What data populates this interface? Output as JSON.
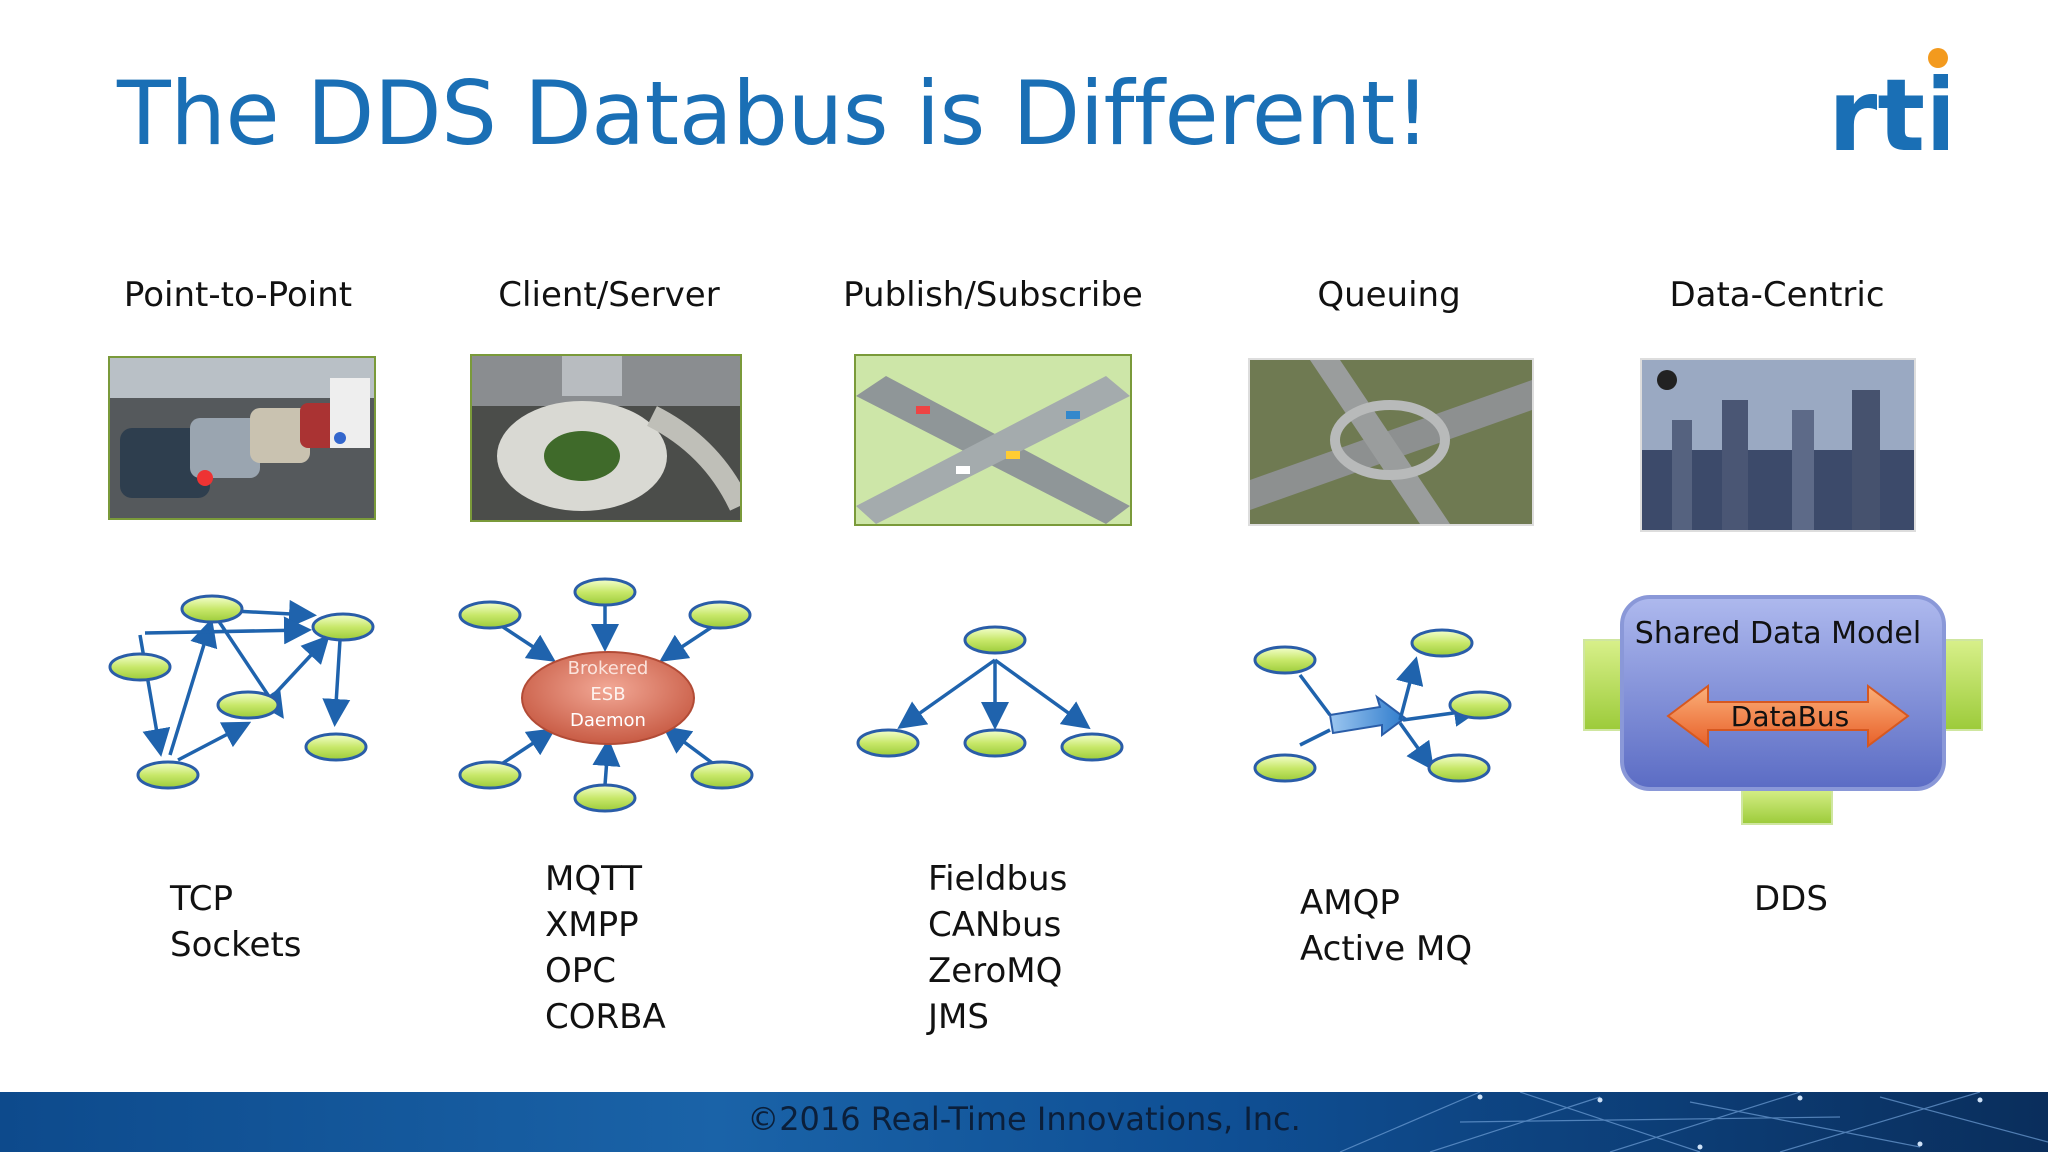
{
  "slide": {
    "title": "The DDS Databus is Different!",
    "logo_text": "rti",
    "footer": "©2016 Real-Time Innovations, Inc."
  },
  "colors": {
    "title": "#1a6fb5",
    "node_fill": "#c8e86a",
    "node_border": "#2a5da8",
    "arrow": "#1f63ad",
    "broker": "#e0806a",
    "databus_box": "#7d8fd6",
    "databus_arrow": "#f07a3a",
    "green_block": "#a6d44a"
  },
  "columns": [
    {
      "label": "Point-to-Point",
      "protocols": [
        "TCP",
        "Sockets"
      ]
    },
    {
      "label": "Client/Server",
      "protocols": [
        "MQTT",
        "XMPP",
        "OPC",
        "CORBA"
      ]
    },
    {
      "label": "Publish/Subscribe",
      "protocols": [
        "Fieldbus",
        "CANbus",
        "ZeroMQ",
        "JMS"
      ]
    },
    {
      "label": "Queuing",
      "protocols": [
        "AMQP",
        "Active MQ"
      ]
    },
    {
      "label": "Data-Centric",
      "protocols": [
        "DDS"
      ]
    }
  ],
  "client_server": {
    "broker_lines": [
      "Brokered",
      "ESB",
      "Daemon"
    ]
  },
  "data_centric": {
    "model_label": "Shared Data Model",
    "bus_label": "DataBus"
  }
}
